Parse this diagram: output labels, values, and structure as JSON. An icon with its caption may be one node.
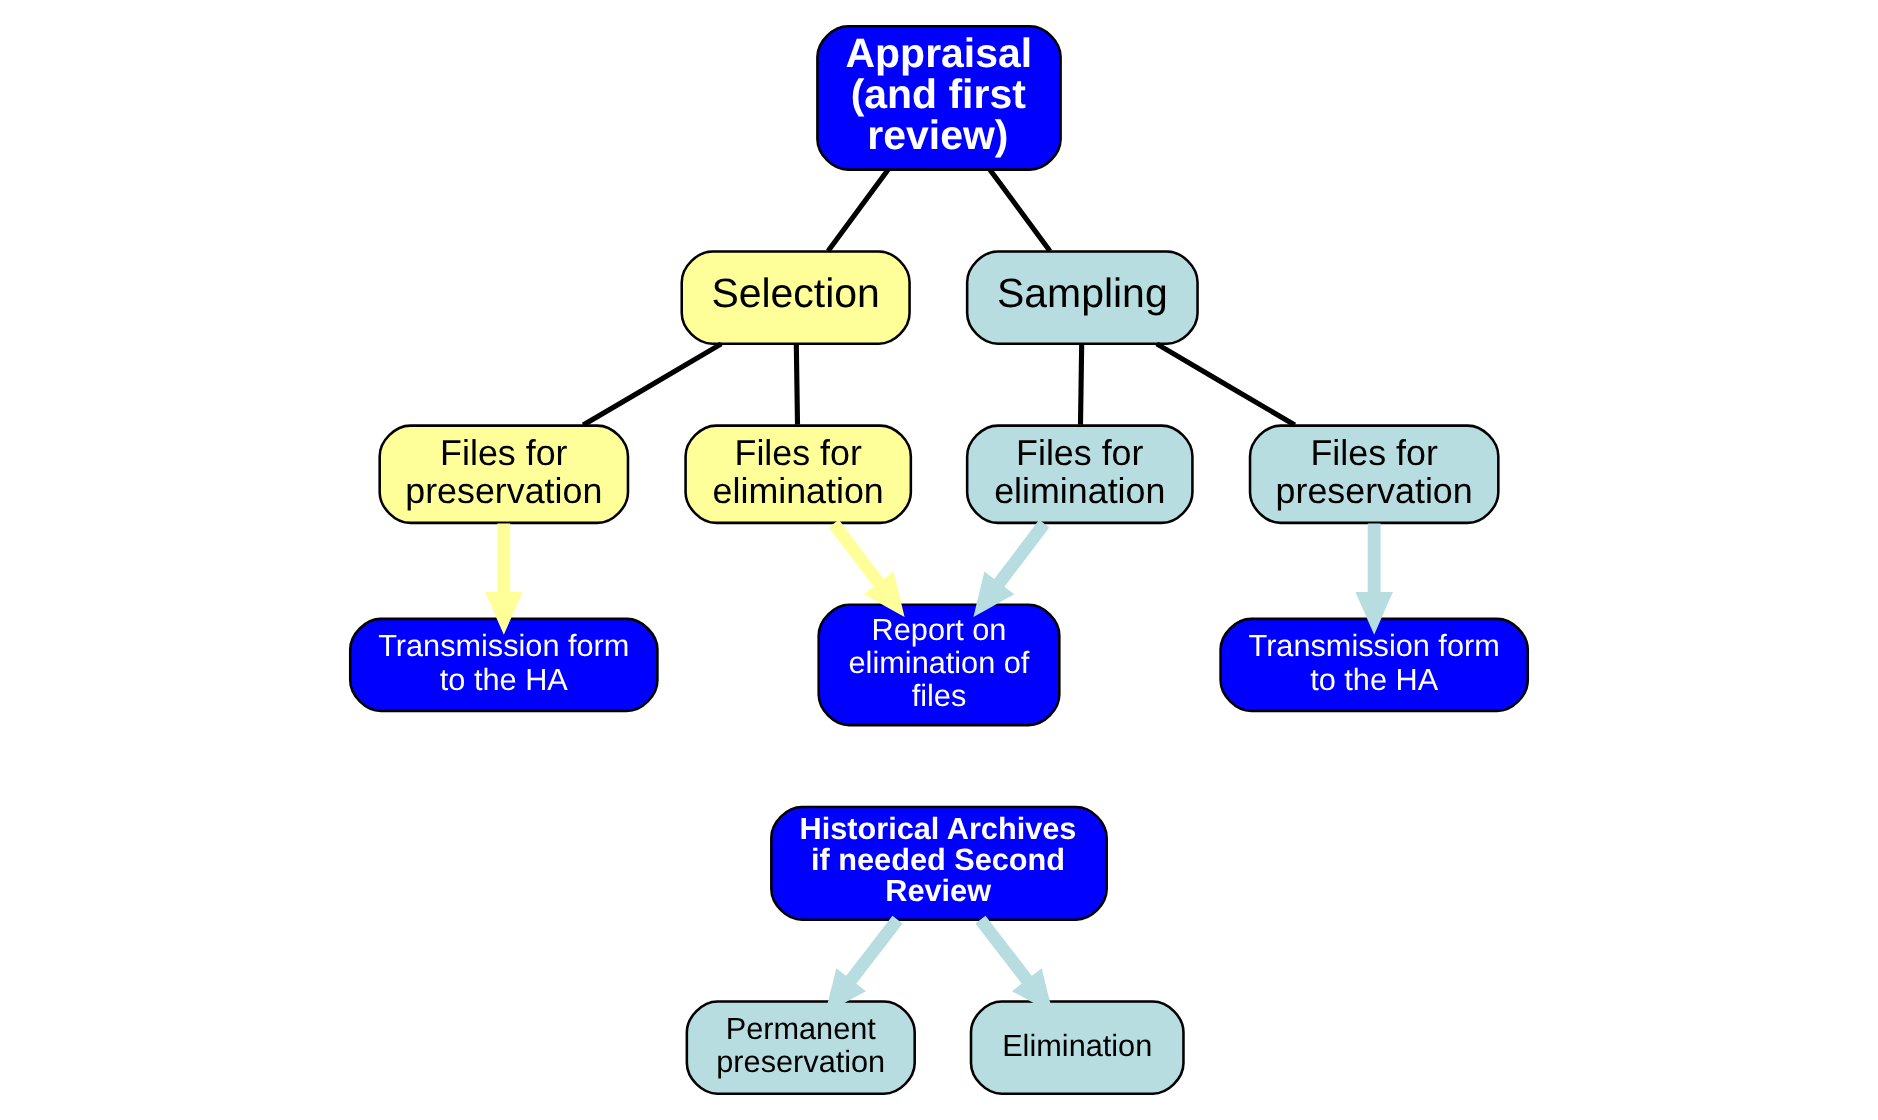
{
  "diagram": {
    "nodes": [
      {
        "text": [
          "Appraisal (and first review)"
        ]
      },
      {
        "text": [
          "Selection"
        ]
      },
      {
        "text": [
          "Sampling"
        ]
      },
      {
        "text": [
          "Files for preservation"
        ]
      },
      {
        "text": [
          "Files for elimination"
        ]
      },
      {
        "text": [
          "Files for elimination"
        ]
      },
      {
        "text": [
          "Files for preservation"
        ]
      },
      {
        "text": [
          "Report on elimination of files"
        ]
      },
      {
        "text": [
          "Transmission form to the HA"
        ]
      },
      {
        "text": [
          "Historical Archives if needed Second Review"
        ]
      },
      {
        "text": [
          "Transmission form to the HA"
        ]
      },
      {
        "text": [
          "Permanent preservation"
        ]
      },
      {
        "text": [
          "Elimination"
        ]
      }
    ],
    "edges": [
      {
        "from": 0,
        "to": 1,
        "arrow": "none"
      },
      {
        "from": 0,
        "to": 2,
        "arrow": "none"
      },
      {
        "from": 1,
        "to": 3,
        "arrow": "none"
      },
      {
        "from": 1,
        "to": 4,
        "arrow": "none"
      },
      {
        "from": 2,
        "to": 5,
        "arrow": "none"
      },
      {
        "from": 2,
        "to": 6,
        "arrow": "none"
      },
      {
        "from": 3,
        "to": 8,
        "arrow": "to",
        "style": "thick",
        "color": "#ffff99"
      },
      {
        "from": 4,
        "to": 7,
        "arrow": "to",
        "style": "thick",
        "color": "#ffff99"
      },
      {
        "from": 5,
        "to": 7,
        "arrow": "to",
        "style": "thick",
        "color": "#b7dde0"
      },
      {
        "from": 6,
        "to": 10,
        "arrow": "to",
        "style": "thick",
        "color": "#b7dde0"
      },
      {
        "from": 9,
        "to": 11,
        "arrow": "to",
        "style": "thick",
        "color": "#b7dde0"
      },
      {
        "from": 9,
        "to": 12,
        "arrow": "to",
        "style": "thick",
        "color": "#b7dde0"
      }
    ]
  }
}
